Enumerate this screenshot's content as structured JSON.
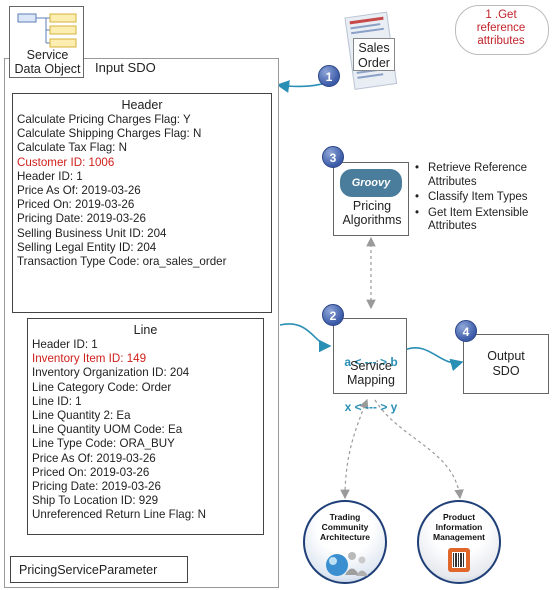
{
  "callout": {
    "text_line1": "1 .Get",
    "text_line2": "reference",
    "text_line3": "attributes",
    "color": "#c0232a"
  },
  "service_data_object": {
    "label_line1": "Service",
    "label_line2": "Data Object"
  },
  "input_sdo": {
    "title": "Input SDO"
  },
  "sales_order": {
    "label_line1": "Sales",
    "label_line2": "Order",
    "step": "1"
  },
  "header": {
    "title": "Header",
    "fields": [
      {
        "text": "Calculate Pricing Charges Flag: Y",
        "highlight": false
      },
      {
        "text": "Calculate Shipping Charges Flag: N",
        "highlight": false
      },
      {
        "text": "Calculate Tax Flag: N",
        "highlight": false
      },
      {
        "text": "Customer ID: 1006",
        "highlight": true
      },
      {
        "text": "Header ID: 1",
        "highlight": false
      },
      {
        "text": "Price As Of: 2019-03-26",
        "highlight": false
      },
      {
        "text": "Priced On: 2019-03-26",
        "highlight": false
      },
      {
        "text": "Pricing Date: 2019-03-26",
        "highlight": false
      },
      {
        "text": "Selling Business Unit ID: 204",
        "highlight": false
      },
      {
        "text": "Selling Legal Entity ID: 204",
        "highlight": false
      },
      {
        "text": "Transaction Type Code: ora_sales_order",
        "highlight": false
      }
    ]
  },
  "line": {
    "title": "Line",
    "fields": [
      {
        "text": "Header ID: 1",
        "highlight": false
      },
      {
        "text": "Inventory  Item ID: 149",
        "highlight": true
      },
      {
        "text": "Inventory  Organization ID: 204",
        "highlight": false
      },
      {
        "text": "Line Category Code: Order",
        "highlight": false
      },
      {
        "text": "Line ID: 1",
        "highlight": false
      },
      {
        "text": "Line Quantity 2: Ea",
        "highlight": false
      },
      {
        "text": "Line Quantity UOM Code: Ea",
        "highlight": false
      },
      {
        "text": "Line Type Code: ORA_BUY",
        "highlight": false
      },
      {
        "text": "Price As Of: 2019-03-26",
        "highlight": false
      },
      {
        "text": "Priced On: 2019-03-26",
        "highlight": false
      },
      {
        "text": "Pricing Date: 2019-03-26",
        "highlight": false
      },
      {
        "text": "Ship To Location ID: 929",
        "highlight": false
      },
      {
        "text": "Unreferenced  Return Line Flag: N",
        "highlight": false
      }
    ]
  },
  "pricing_service_parameter": {
    "label": "PricingServiceParameter"
  },
  "pricing_algorithms": {
    "label_line1": "Pricing",
    "label_line2": "Algorithms",
    "step": "3",
    "logo_text": "Groovy"
  },
  "algorithm_bullets": [
    "Retrieve  Reference Attributes",
    "Classify Item Types",
    "Get Item Extensible Attributes"
  ],
  "service_mapping": {
    "label_line1": "Service",
    "label_line2": "Mapping",
    "step": "2",
    "map_line1": "a < --- > b",
    "map_line2": "x < --- > y"
  },
  "output_sdo": {
    "label_line1": "Output",
    "label_line2": "SDO",
    "step": "4"
  },
  "tca": {
    "line1": "Trading",
    "line2": "Community",
    "line3": "Architecture"
  },
  "pim": {
    "line1": "Product",
    "line2": "Information",
    "line3": "Management"
  },
  "colors": {
    "arrow": "#2a8fb5",
    "dashed": "#9a9a9a",
    "highlight": "#d0201c",
    "step_badge": "#3b5aa8"
  }
}
